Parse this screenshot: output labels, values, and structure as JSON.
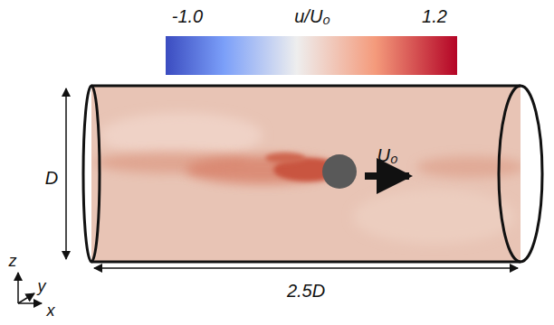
{
  "diagram": {
    "labels": [
      "-1.0",
      "u/U₀",
      "1.2",
      "D",
      "U₀",
      "2.5D",
      "z",
      "y",
      "x"
    ]
  }
}
